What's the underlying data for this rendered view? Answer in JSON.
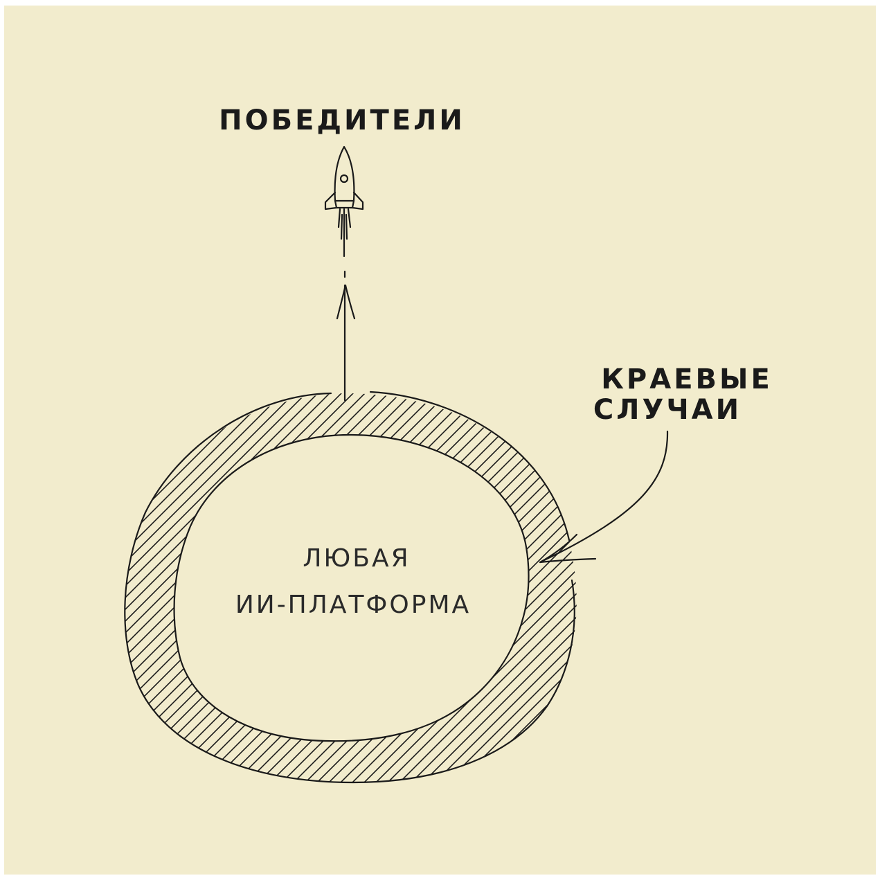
{
  "labels": {
    "winners": "ПОБЕДИТЕЛИ",
    "edge_cases_line1": "КРАЕВЫЕ",
    "edge_cases_line2": "СЛУЧАИ",
    "platform_line1": "ЛЮБАЯ",
    "platform_line2": "ИИ-ПЛАТФОРМА"
  },
  "icons": [
    "rocket-icon",
    "arrow-up-icon",
    "curved-arrow-icon"
  ],
  "colors": {
    "background": "#f2eccd",
    "ink": "#1a1a1a"
  }
}
